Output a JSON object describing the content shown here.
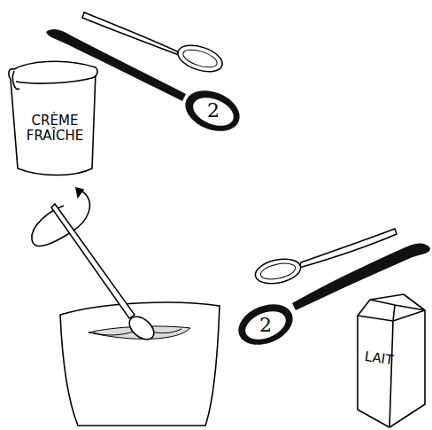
{
  "diagram": {
    "labels": [
      "CRÈME FRAÎCHE",
      "2",
      "2",
      "LAIT"
    ]
  }
}
